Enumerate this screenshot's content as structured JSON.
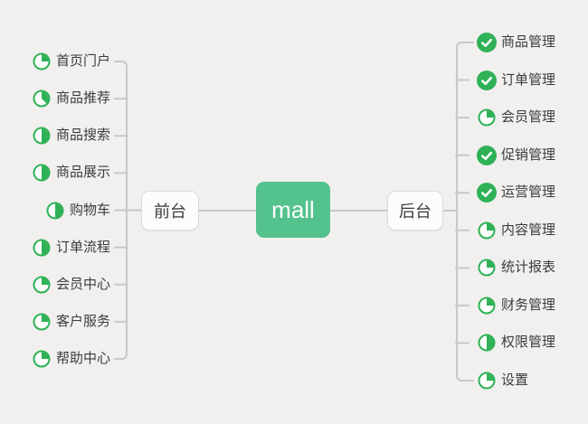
{
  "root": {
    "label": "mall"
  },
  "branches": {
    "left": {
      "node": {
        "label": "前台"
      },
      "items": [
        {
          "label": "首页门户",
          "progress": 0.25
        },
        {
          "label": "商品推荐",
          "progress": 0.375
        },
        {
          "label": "商品搜索",
          "progress": 0.5
        },
        {
          "label": "商品展示",
          "progress": 0.5
        },
        {
          "label": "购物车",
          "progress": 0.5
        },
        {
          "label": "订单流程",
          "progress": 0.5
        },
        {
          "label": "会员中心",
          "progress": 0.25
        },
        {
          "label": "客户服务",
          "progress": 0.25
        },
        {
          "label": "帮助中心",
          "progress": 0.25
        }
      ]
    },
    "right": {
      "node": {
        "label": "后台"
      },
      "items": [
        {
          "label": "商品管理",
          "progress": "done"
        },
        {
          "label": "订单管理",
          "progress": "done"
        },
        {
          "label": "会员管理",
          "progress": 0.25
        },
        {
          "label": "促销管理",
          "progress": "done"
        },
        {
          "label": "运营管理",
          "progress": "done"
        },
        {
          "label": "内容管理",
          "progress": 0.25
        },
        {
          "label": "统计报表",
          "progress": 0.25
        },
        {
          "label": "财务管理",
          "progress": 0.25
        },
        {
          "label": "权限管理",
          "progress": 0.5
        },
        {
          "label": "设置",
          "progress": 0.25
        }
      ]
    }
  },
  "colors": {
    "background": "#f1f0ee",
    "accent_green": "#2fb157",
    "root_green": "#54c28d",
    "connector_gray": "#c9c8c6",
    "node_border": "#dbdbd8",
    "text": "#3c3c3c"
  }
}
